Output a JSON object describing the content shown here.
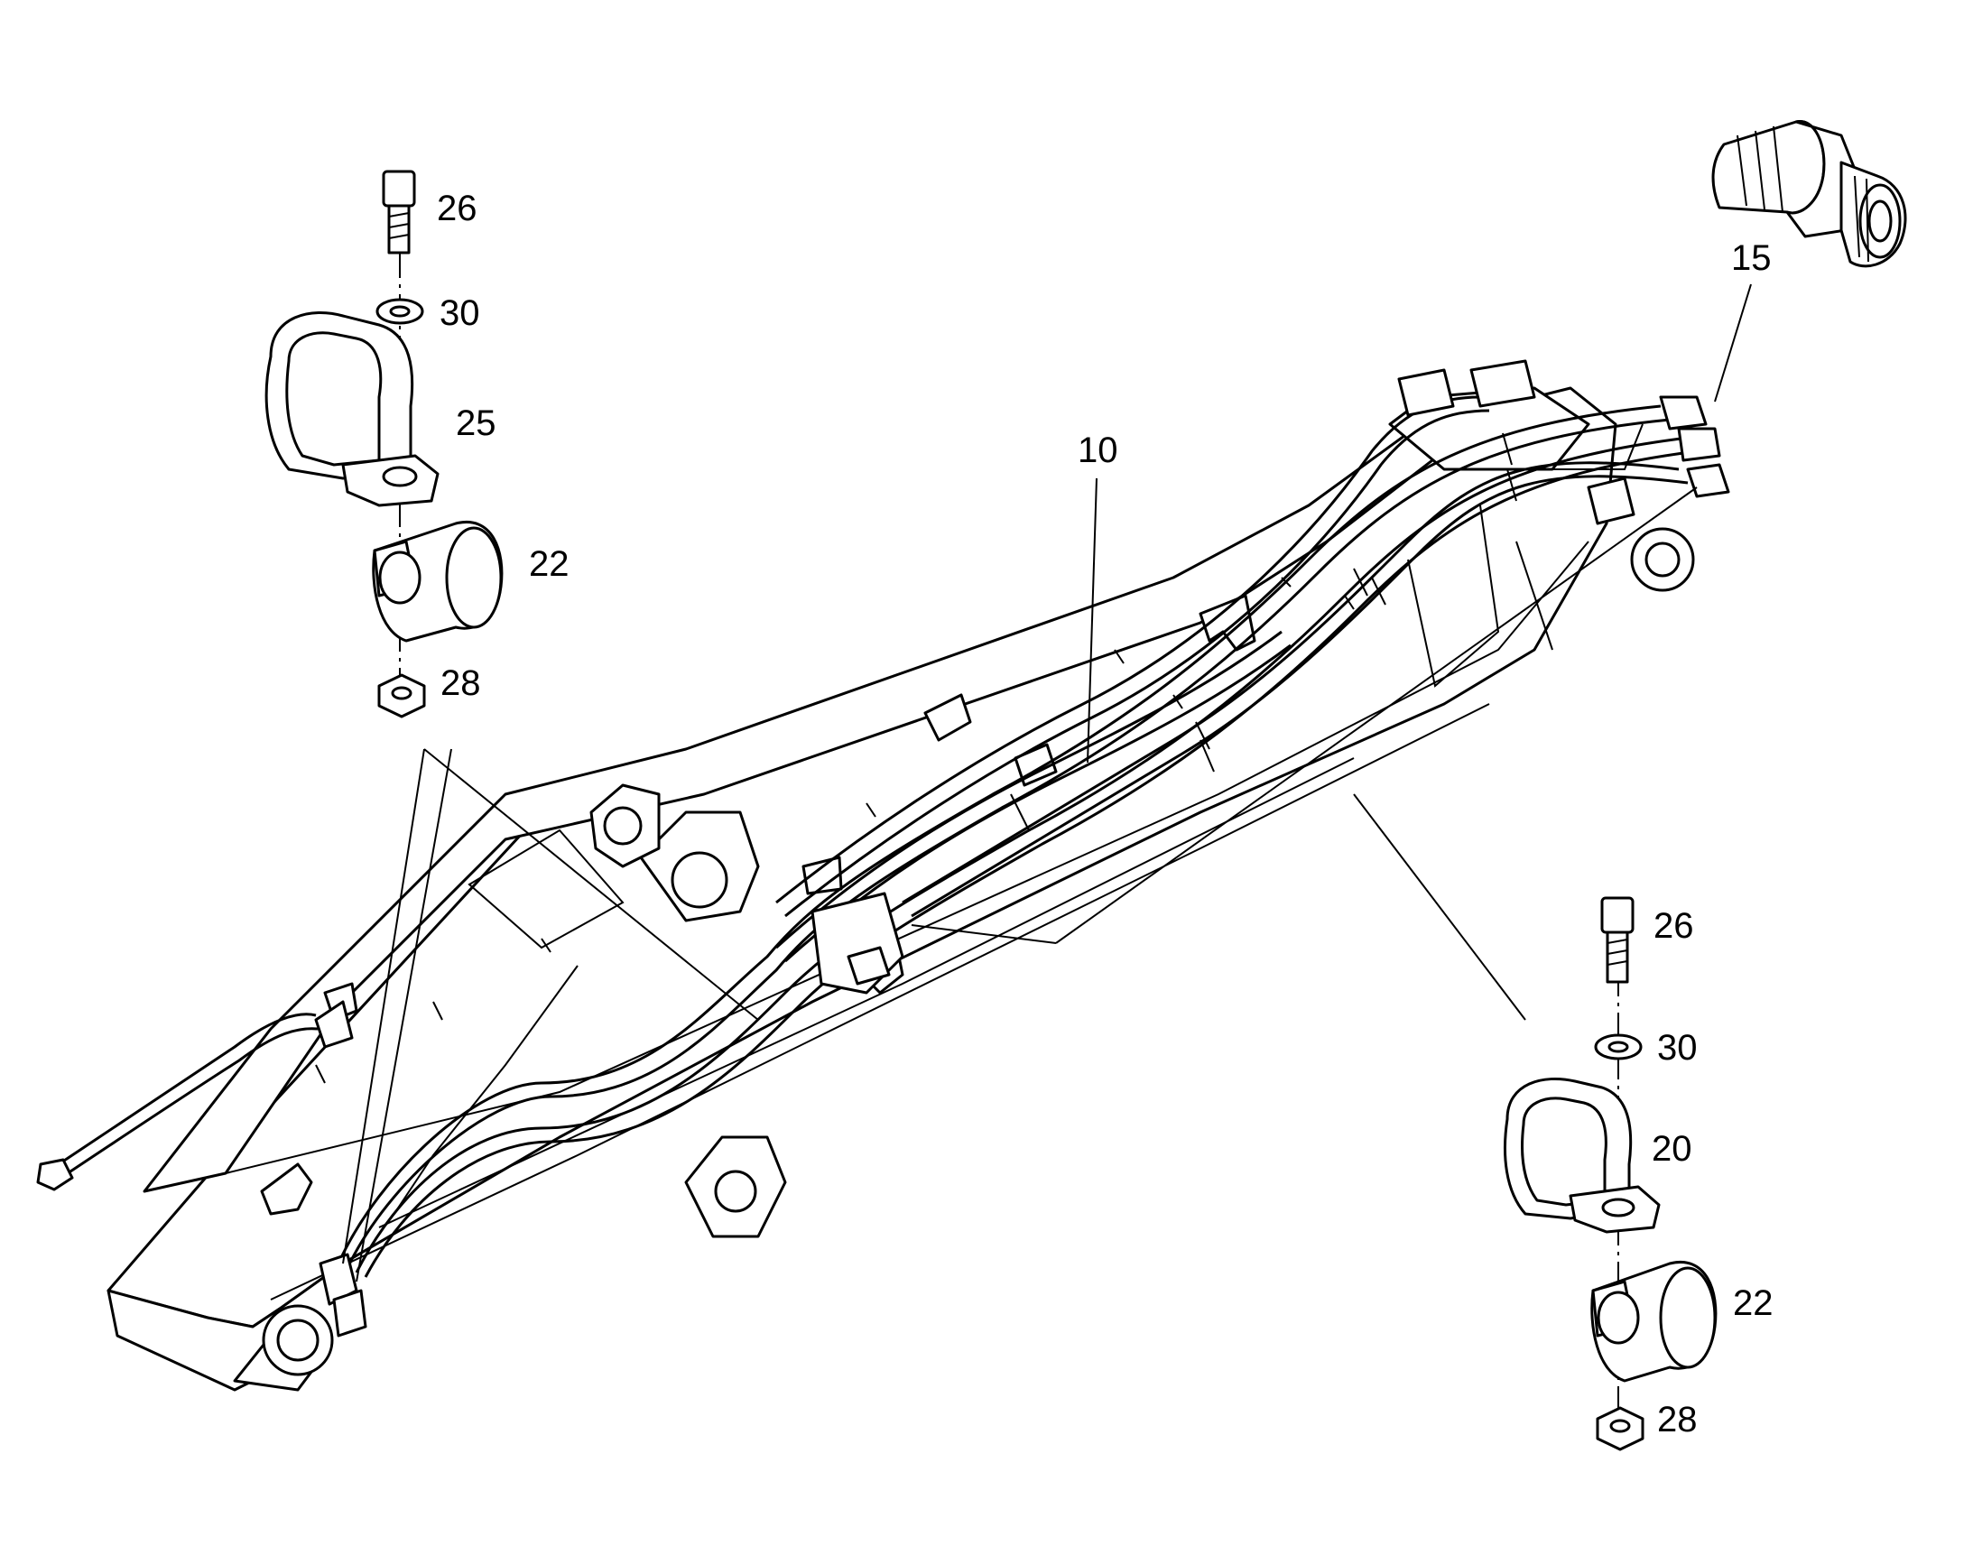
{
  "callouts": {
    "c26a": "26",
    "c30a": "30",
    "c25": "25",
    "c22a": "22",
    "c28a": "28",
    "c15": "15",
    "c10": "10",
    "c26b": "26",
    "c30b": "30",
    "c20": "20",
    "c22b": "22",
    "c28b": "28"
  }
}
